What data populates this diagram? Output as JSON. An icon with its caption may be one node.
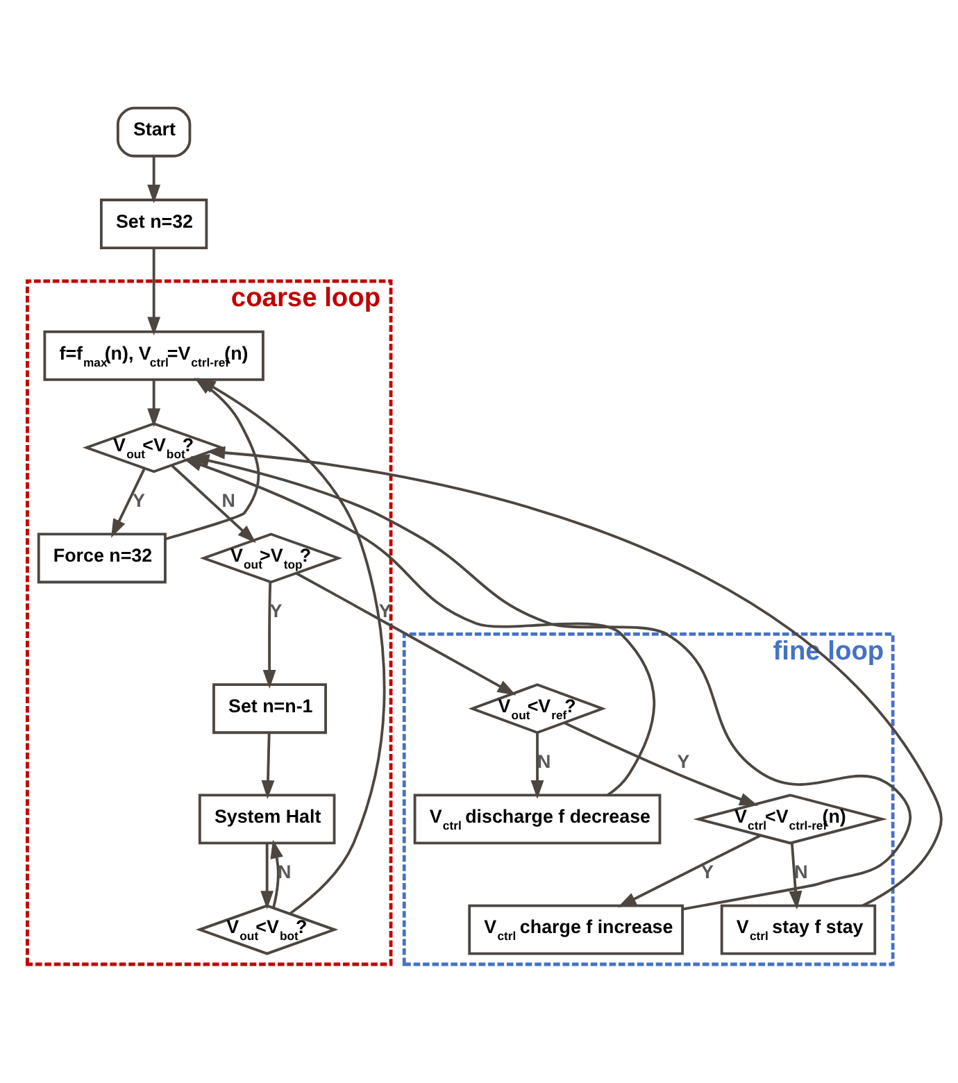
{
  "diagram": {
    "nodes": [
      {
        "text": [
          "Start"
        ]
      },
      {
        "text": [
          "Set n=32"
        ]
      },
      {
        "text": [
          "coarse loop"
        ]
      },
      {
        "text": [
          "f=f$_{max}$(n), V$_{ctrl}$=V$_{ctrl-ref}$(n)"
        ],
        "in": 2
      },
      {
        "text": [
          "V$_{out}$<V$_{bot}$?"
        ],
        "in": 2
      },
      {
        "text": [
          "Force n=32"
        ],
        "in": 2
      },
      {
        "text": [
          "fine loop"
        ]
      },
      {
        "text": [
          "V$_{ctrl}$ discharge f decrease"
        ],
        "in": 6
      },
      {
        "text": [
          "V$_{out}$>V$_{top}$?"
        ],
        "in": 2
      },
      {
        "text": [
          "V$_{out}$<V$_{ref}$?"
        ],
        "in": 6
      },
      {
        "text": [
          "Set n=n-1"
        ],
        "in": 2
      },
      {
        "text": [
          "V$_{ctrl}$<V$_{ctrl-ref}$(n)"
        ],
        "in": 6
      },
      {
        "text": [
          "System Halt"
        ],
        "in": 2
      },
      {
        "text": [
          "V$_{ctrl}$ charge f increase"
        ],
        "in": 6
      },
      {
        "text": [
          "V$_{ctrl}$ stay f stay"
        ],
        "in": 6
      },
      {
        "text": [
          "V$_{out}$<V$_{bot}$?"
        ],
        "in": 2
      }
    ],
    "edges": [
      {
        "from": 0,
        "to": 1,
        "arrow": "to"
      },
      {
        "from": 1,
        "to": 3,
        "arrow": "to"
      },
      {
        "from": 3,
        "to": 4,
        "arrow": "to"
      },
      {
        "from": 4,
        "to": 5,
        "label": "Y",
        "arrow": "to"
      },
      {
        "from": 4,
        "to": 8,
        "label": "N",
        "arrow": "to"
      },
      {
        "from": 5,
        "to": 3,
        "arrow": "to"
      },
      {
        "from": 7,
        "to": 4,
        "arrow": "to"
      },
      {
        "from": 8,
        "to": 9,
        "arrow": "to"
      },
      {
        "from": 8,
        "to": 10,
        "label": "Y",
        "arrow": "to"
      },
      {
        "from": 9,
        "to": 7,
        "label": "N",
        "arrow": "to"
      },
      {
        "from": 9,
        "to": 11,
        "label": "Y",
        "arrow": "to"
      },
      {
        "from": 10,
        "to": 12,
        "arrow": "to"
      },
      {
        "from": 11,
        "to": 13,
        "label": "Y",
        "arrow": "to"
      },
      {
        "from": 11,
        "to": 14,
        "label": "N",
        "arrow": "to"
      },
      {
        "from": 12,
        "to": 15,
        "arrow": "to"
      },
      {
        "from": 13,
        "to": 4,
        "arrow": "to"
      },
      {
        "from": 14,
        "to": 4,
        "arrow": "to"
      },
      {
        "from": 15,
        "to": 12,
        "label": "N",
        "arrow": "to"
      },
      {
        "from": 15,
        "to": 3,
        "label": "Y",
        "arrow": "to"
      }
    ]
  }
}
